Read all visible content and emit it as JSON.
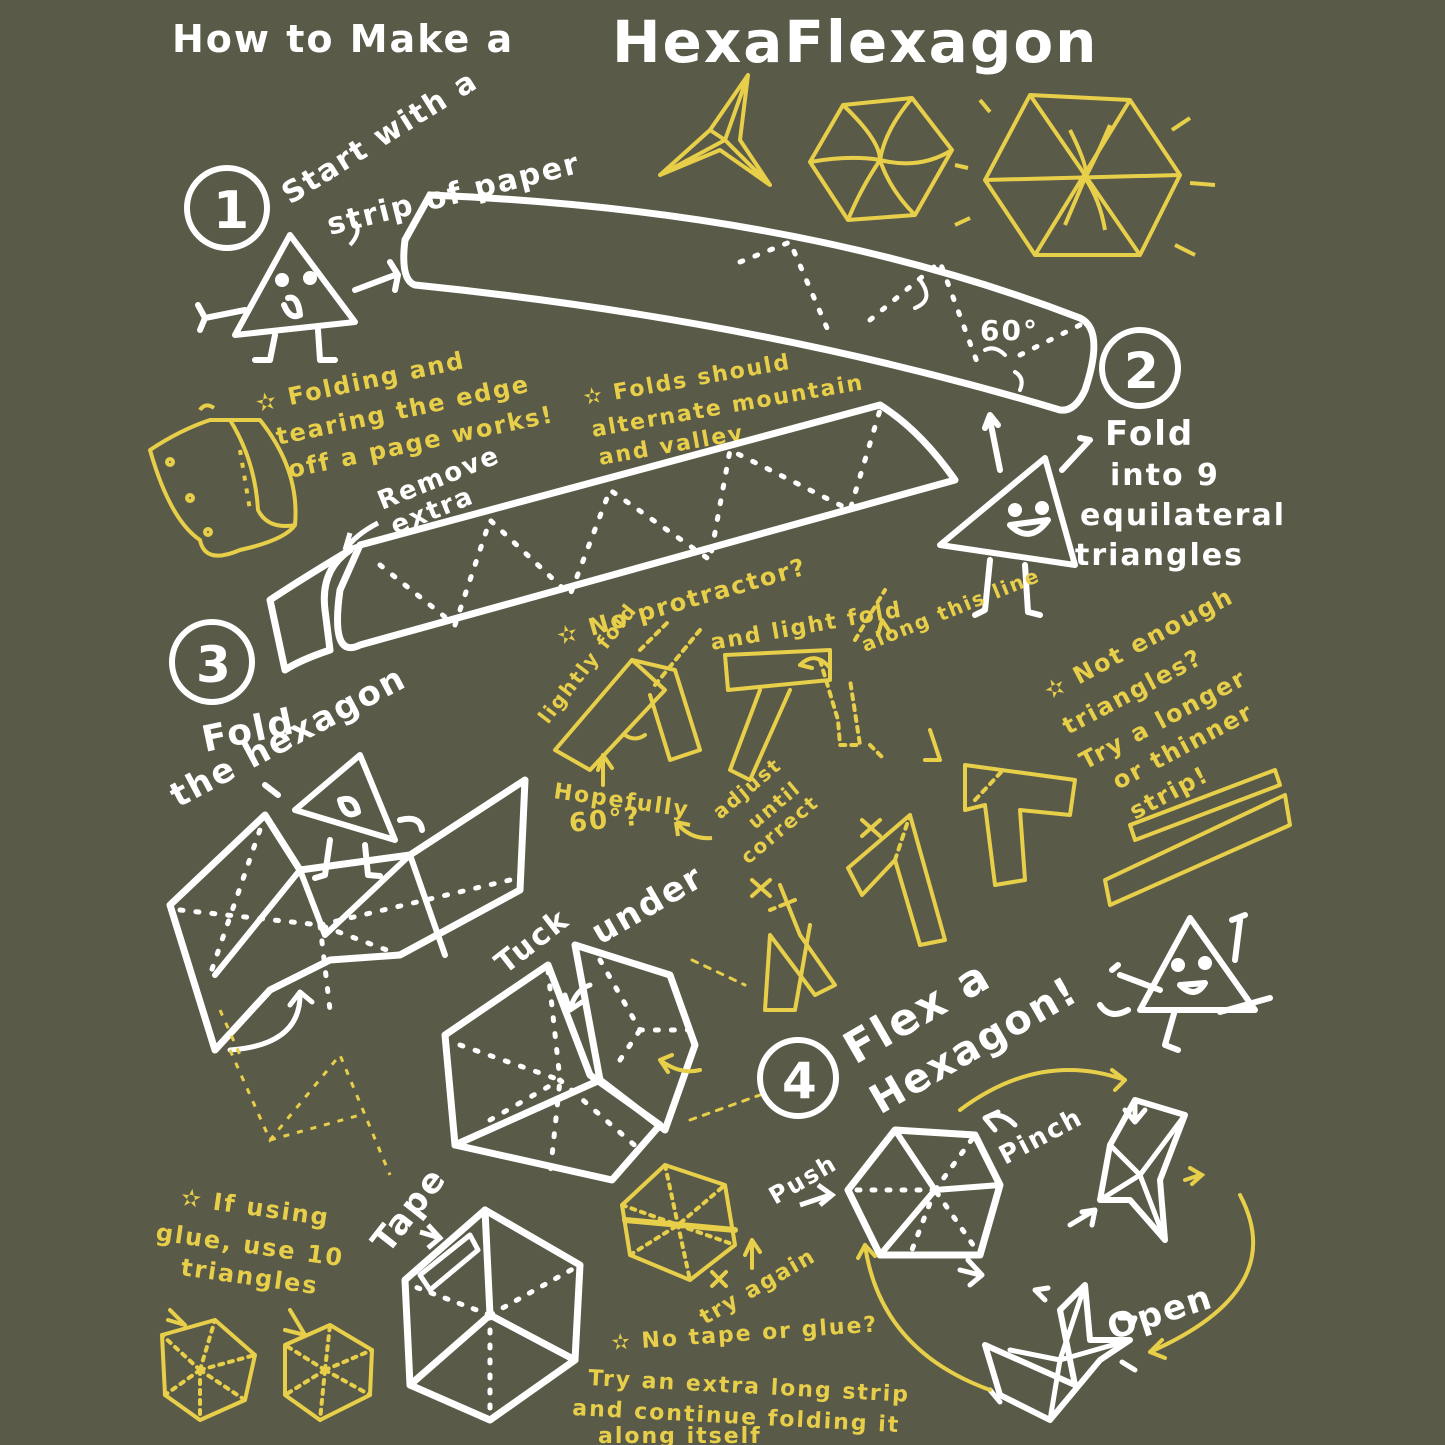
{
  "title": {
    "small": "How to Make a",
    "big": "HexaFlexagon"
  },
  "step1": {
    "number": "1",
    "label_line1": "Start with a",
    "label_line2": "strip of paper",
    "angle": "60°"
  },
  "tip_tear": {
    "line1": "✫ Folding and",
    "line2": "tearing the edge",
    "line3": "off a page works!"
  },
  "tip_folds": {
    "line1": "✫ Folds should",
    "line2": "alternate mountain",
    "line3": "and valley"
  },
  "step2": {
    "number": "2",
    "label_line1": "Fold",
    "label_line2": "into 9",
    "label_line3": "equilateral",
    "label_line4": "triangles"
  },
  "remove": {
    "line1": "Remove",
    "line2": "extra"
  },
  "step3": {
    "number": "3",
    "label_line1": "Fold",
    "label_line2": "the hexagon"
  },
  "protractor": {
    "title": "✫ No protractor?",
    "lightly": "lightly fold",
    "and_light": "and light fold",
    "along": "along this line",
    "hopefully_1": "Hopefully",
    "hopefully_2": "60°?",
    "adjust_1": "adjust",
    "adjust_2": "until",
    "adjust_3": "correct"
  },
  "tip_triangles": {
    "line1": "✫ Not enough",
    "line2": "triangles?",
    "line3": "Try a longer",
    "line4": "or thinner",
    "line5": "strip!"
  },
  "tuck": {
    "w1": "Tuck",
    "w2": "under"
  },
  "step4": {
    "number": "4",
    "label_line1": "Flex a",
    "label_line2": "Hexagon!"
  },
  "actions": {
    "push": "Push",
    "pinch": "Pinch",
    "open": "Open",
    "try_again": "try again"
  },
  "tape": "Tape",
  "tip_glue": {
    "line1": "✫ If using",
    "line2": "glue, use 10",
    "line3": "triangles"
  },
  "tip_notape": {
    "line1": "✫ No tape or glue?",
    "line2": "Try an extra long strip",
    "line3": "and continue folding it",
    "line4": "along itself"
  },
  "colors": {
    "background": "#5a5a49",
    "chalk_white": "#ffffff",
    "chalk_yellow": "#e8cf4a"
  }
}
